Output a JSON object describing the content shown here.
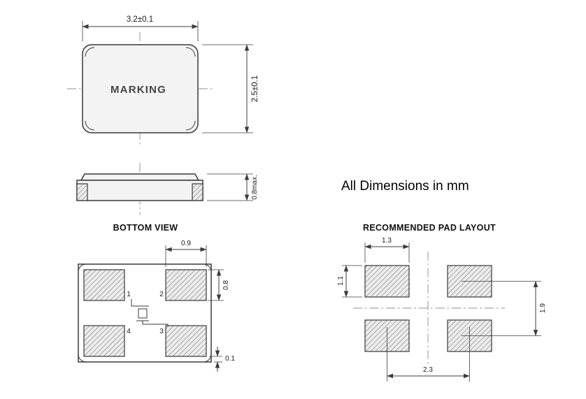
{
  "note": "All Dimensions in mm",
  "top_view": {
    "marking": "MARKING",
    "dim_width": "3.2±0.1",
    "dim_height": "2.5±0.1"
  },
  "side_view": {
    "dim_thickness": "0.8max."
  },
  "bottom_view": {
    "title": "BOTTOM VIEW",
    "pads": [
      "1",
      "2",
      "3",
      "4"
    ],
    "dim_pad_width": "0.9",
    "dim_pad_height": "0.8",
    "dim_edge_gap": "0.1"
  },
  "pad_layout": {
    "title": "RECOMMENDED PAD LAYOUT",
    "dim_pad_width": "1.3",
    "dim_pad_height": "1.1",
    "dim_row_pitch": "1.9",
    "dim_col_pitch": "2.3"
  }
}
